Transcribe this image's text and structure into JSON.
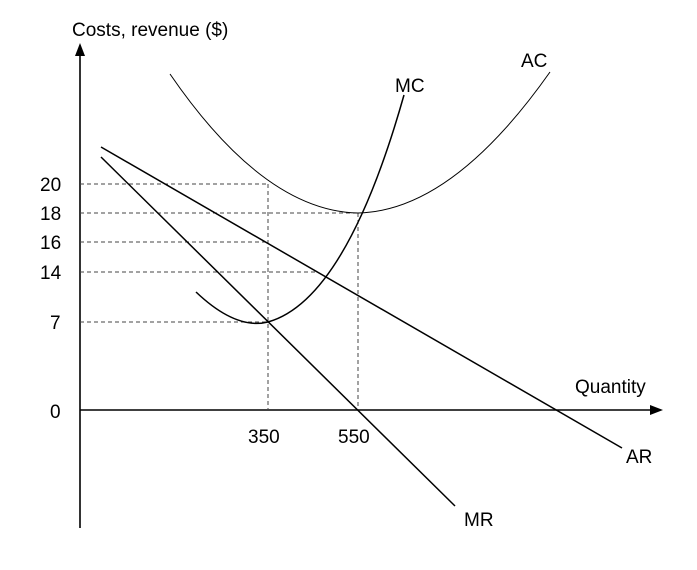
{
  "axes": {
    "y_label": "Costs, revenue ($)",
    "x_label": "Quantity",
    "origin_label": "0"
  },
  "y_ticks": [
    "20",
    "18",
    "16",
    "14",
    "7"
  ],
  "x_ticks": [
    "350",
    "550"
  ],
  "curves": {
    "ac": "AC",
    "mc": "MC",
    "ar": "AR",
    "mr": "MR"
  }
}
